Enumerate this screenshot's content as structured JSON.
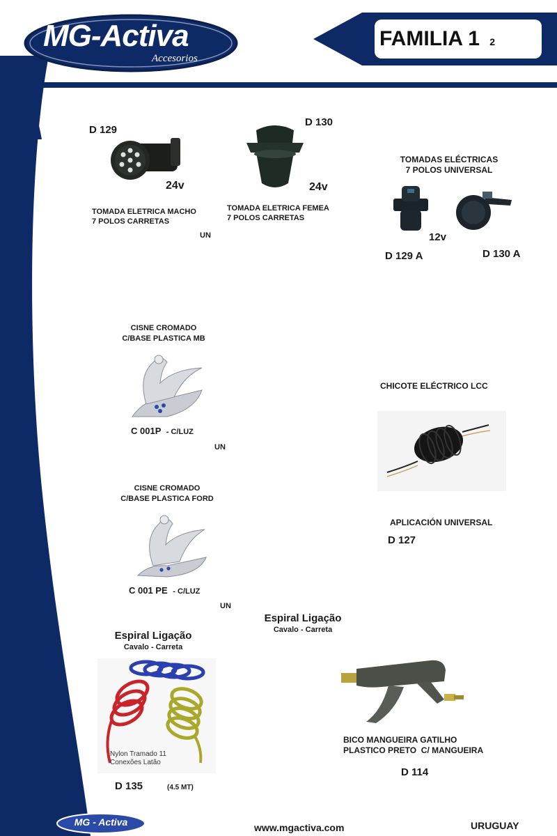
{
  "colors": {
    "navy": "#0d2a66",
    "navy_dark": "#0a1f4e",
    "white": "#ffffff"
  },
  "header": {
    "logo_text": "MG-Activa",
    "logo_sub": "Accesorios",
    "family_label": "FAMILIA 1",
    "family_page": "2"
  },
  "products": {
    "d129": {
      "code": "D 129",
      "voltage": "24v",
      "line1": "TOMADA ELETRICA MACHO",
      "line2": "7 POLOS CARRETAS",
      "unit": "UN"
    },
    "d130": {
      "code": "D 130",
      "voltage": "24v",
      "line1": "TOMADA ELETRICA FEMEA",
      "line2": "7 POLOS CARRETAS"
    },
    "universal": {
      "line1": "TOMADAS ELÉCTRICAS",
      "line2": "7 POLOS UNIVERSAL",
      "voltage": "12v",
      "code_a": "D 129 A",
      "code_b": "D 130 A"
    },
    "swan_mb": {
      "line1": "CISNE CROMADO",
      "line2": "C/BASE PLASTICA MB",
      "code": "C 001P",
      "suffix": "- C/LUZ",
      "unit": "UN"
    },
    "swan_ford": {
      "line1": "CISNE CROMADO",
      "line2": "C/BASE PLASTICA FORD",
      "code": "C 001 PE",
      "suffix": "- C/LUZ",
      "unit": "UN"
    },
    "chicote": {
      "title": "CHICOTE ELÉCTRICO LCC",
      "application": "APLICACIÓN UNIVERSAL",
      "code": "D 127"
    },
    "espiral_center": {
      "title": "Espiral Ligação",
      "sub": "Cavalo - Carreta"
    },
    "espiral_left": {
      "title": "Espiral Ligação",
      "sub": "Cavalo - Carreta",
      "photo_line1": "Nylon Tramado 11",
      "photo_line2": "Conexões Latão",
      "code": "D 135",
      "length": "(4.5 MT)"
    },
    "bico": {
      "line1": "BICO MANGUEIRA GATILHO",
      "line2": "PLASTICO PRETO  C/ MANGUEIRA",
      "code": "D 114"
    }
  },
  "footer": {
    "logo_text": "MG - Activa",
    "website": "www.mgactiva.com",
    "country": "URUGUAY"
  }
}
